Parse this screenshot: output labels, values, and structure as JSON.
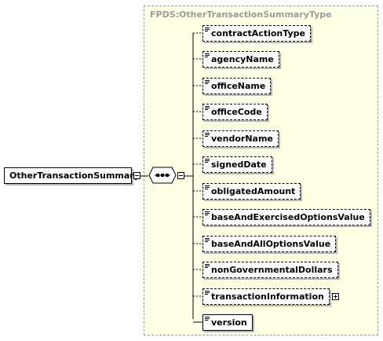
{
  "type_name": "FPDS:OtherTransactionSummaryType",
  "root_element": "OtherTransactionSummary",
  "children": [
    {
      "name": "contractActionType",
      "optional": true,
      "expandable": false
    },
    {
      "name": "agencyName",
      "optional": true,
      "expandable": false
    },
    {
      "name": "officeName",
      "optional": true,
      "expandable": false
    },
    {
      "name": "officeCode",
      "optional": true,
      "expandable": false
    },
    {
      "name": "vendorName",
      "optional": true,
      "expandable": false
    },
    {
      "name": "signedDate",
      "optional": true,
      "expandable": false
    },
    {
      "name": "obligatedAmount",
      "optional": true,
      "expandable": false
    },
    {
      "name": "baseAndExercisedOptionsValue",
      "optional": true,
      "expandable": false
    },
    {
      "name": "baseAndAllOptionsValue",
      "optional": true,
      "expandable": false
    },
    {
      "name": "nonGovernmentalDollars",
      "optional": true,
      "expandable": false
    },
    {
      "name": "transactionInformation",
      "optional": true,
      "expandable": true
    },
    {
      "name": "version",
      "optional": false,
      "expandable": false
    }
  ],
  "colors": {
    "type_background": "#ffffe6",
    "type_border": "#9a9a9a",
    "shadow": "#b5b5b5"
  }
}
